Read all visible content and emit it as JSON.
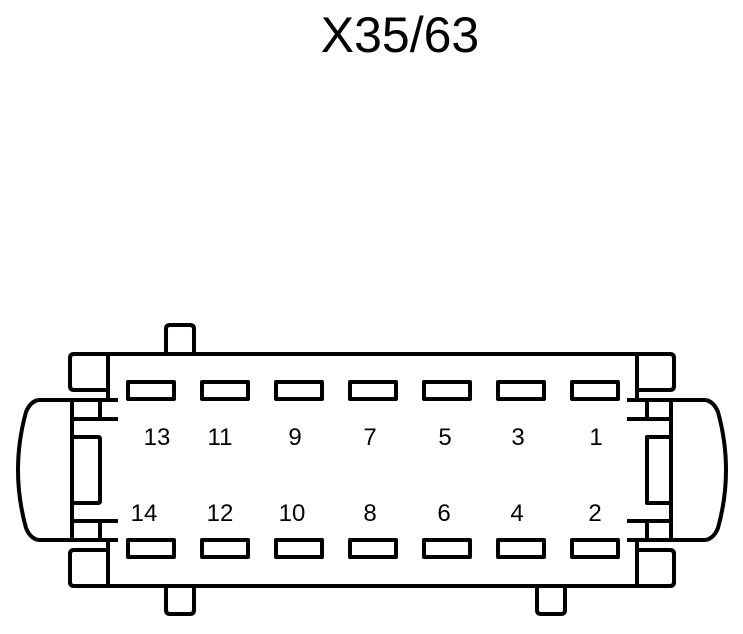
{
  "title": "X35/63",
  "connector": {
    "top_row_labels": [
      "13",
      "11",
      "9",
      "7",
      "5",
      "3",
      "1"
    ],
    "bottom_row_labels": [
      "14",
      "12",
      "10",
      "8",
      "6",
      "4",
      "2"
    ],
    "pin_count": 14,
    "stroke_color": "#000000",
    "background": "#ffffff"
  }
}
